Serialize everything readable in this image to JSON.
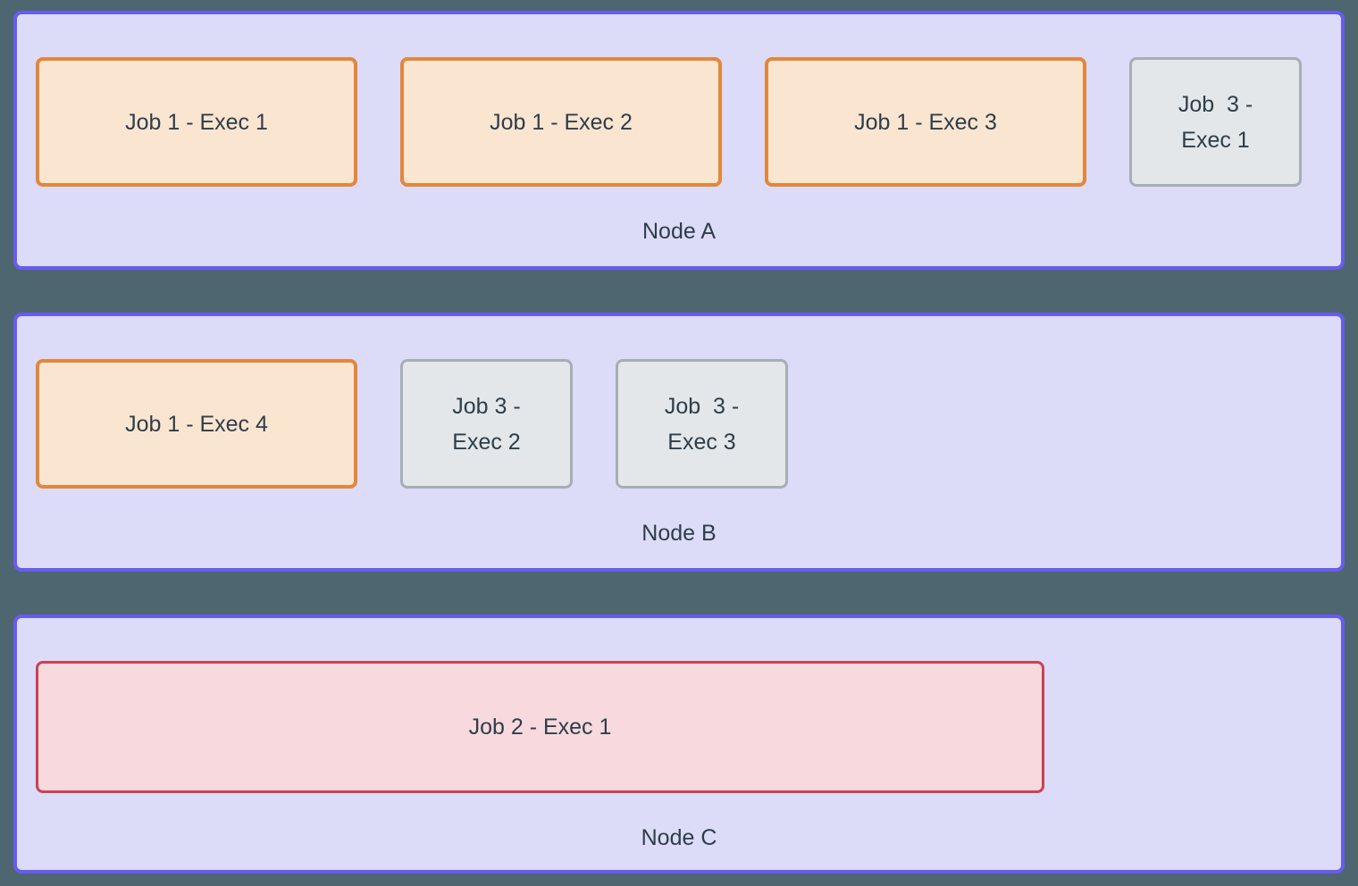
{
  "colors": {
    "page_bg": "#4d6670",
    "node_bg": "#dcdbf8",
    "node_border": "#675cf0",
    "job1_bg": "#fae5d1",
    "job1_border": "#e2873c",
    "job2_bg": "#f7d9de",
    "job2_border": "#cb4154",
    "job3_bg": "#e3e7ea",
    "job3_border": "#a5afb5",
    "text": "#2e3e49"
  },
  "nodes": [
    {
      "label": "Node A",
      "executors": [
        {
          "job": "job1",
          "label": "Job 1 - Exec 1"
        },
        {
          "job": "job1",
          "label": "Job 1 - Exec 2"
        },
        {
          "job": "job1",
          "label": "Job 1 - Exec 3"
        },
        {
          "job": "job3",
          "label": "Job  3 -\nExec 1"
        }
      ]
    },
    {
      "label": "Node B",
      "executors": [
        {
          "job": "job1",
          "label": "Job 1 - Exec 4"
        },
        {
          "job": "job3",
          "label": "Job 3 -\nExec 2"
        },
        {
          "job": "job3",
          "label": "Job  3 -\nExec 3"
        }
      ]
    },
    {
      "label": "Node C",
      "executors": [
        {
          "job": "job2",
          "label": "Job 2 - Exec 1"
        }
      ]
    }
  ]
}
